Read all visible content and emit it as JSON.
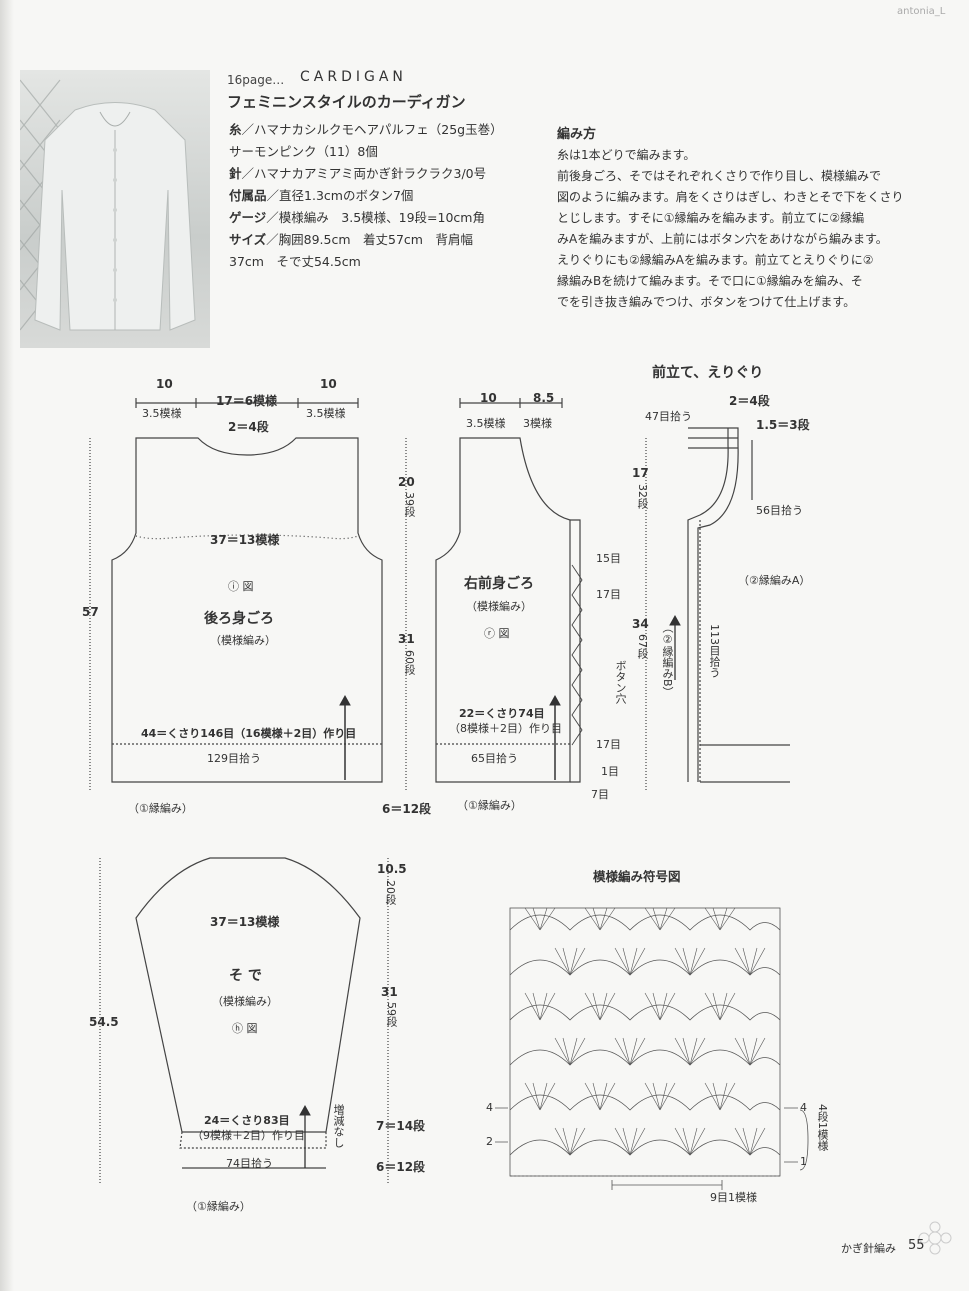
{
  "watermark": "antonia_L",
  "header": {
    "page_ref": "16page…",
    "title": "CARDIGAN",
    "subtitle": "フェミニンスタイルのカーディガン"
  },
  "specs": [
    {
      "label": "糸",
      "text": "／ハマナカシルクモヘアパルフェ（25g玉巻）"
    },
    {
      "label": "",
      "text": "サーモンピンク（11）8個"
    },
    {
      "label": "針",
      "text": "／ハマナカアミアミ両かぎ針ラクラク3/0号"
    },
    {
      "label": "付属品",
      "text": "／直径1.3cmのボタン7個"
    },
    {
      "label": "ゲージ",
      "text": "／模様編み　3.5模様、19段=10cm角"
    },
    {
      "label": "サイズ",
      "text": "／胸囲89.5cm　着丈57cm　背肩幅"
    },
    {
      "label": "",
      "text": "37cm　そで丈54.5cm"
    }
  ],
  "method": {
    "title": "編み方",
    "lines": [
      "糸は1本どりで編みます。",
      "前後身ごろ、そではそれぞれくさりで作り目し、模様編みで",
      "図のように編みます。肩をくさりはぎし、わきとそで下をくさり",
      "とじします。すそに①縁編みを編みます。前立てに②縁編",
      "みAを編みますが、上前にはボタン穴をあけながら編みます。",
      "えりぐりにも②縁編みAを編みます。前立てとえりぐりに②",
      "縁編みBを続けて編みます。そで口に①縁編みを編み、そ",
      "でを引き抜き編みでつけ、ボタンをつけて仕上げます。"
    ]
  },
  "back": {
    "top_left": "10",
    "top_left_sub": "3.5模様",
    "top_mid": "17＝6模様",
    "top_right": "10",
    "top_right_sub": "3.5模様",
    "neck": "2＝4段",
    "width": "37＝13模様",
    "fig": "ⓘ 図",
    "name": "後ろ身ごろ",
    "pattern": "（模様編み）",
    "chain": "44＝くさり146目（16模様＋2目）作り目",
    "pickup": "129目拾う",
    "edge": "（①縁編み）",
    "height": "57"
  },
  "side_dims": {
    "upper_cm": "20",
    "upper_rows": "39段",
    "lower_cm": "31",
    "lower_rows": "60段",
    "edge": "6＝12段"
  },
  "front": {
    "top_left": "10",
    "top_left_sub": "3.5模様",
    "top_right": "8.5",
    "top_right_sub": "3模様",
    "name": "右前身ごろ",
    "pattern": "（模様編み）",
    "fig": "ⓡ 図",
    "chain": "22＝くさり74目",
    "chain2": "（8模様＋2目）作り目",
    "pickup": "65目拾う",
    "edge": "（①縁編み）",
    "rows_15": "15目",
    "rows_17a": "17目",
    "buttonhole": "ボタン穴",
    "rows_17b": "17目",
    "rows_1": "1目",
    "rows_7": "7目"
  },
  "band": {
    "title": "前立て、えりぐり",
    "pick47": "47目拾う",
    "r2": "2＝4段",
    "r15": "1.5＝3段",
    "c17": "17",
    "c17_rows": "32段",
    "pick56": "56目拾う",
    "edgeA": "（②縁編みA）",
    "c34": "34",
    "c34_rows": "67段",
    "edgeB": "（②縁編みB）",
    "pick113": "113目拾う"
  },
  "sleeve": {
    "width": "37＝13模様",
    "name": "そ で",
    "pattern": "（模様編み）",
    "fig": "ⓗ 図",
    "height": "54.5",
    "chain": "24＝くさり83目",
    "chain2": "（9模様＋2目）作り目",
    "pickup": "74目拾う",
    "no_inc": "増減なし",
    "edge": "（①縁編み）",
    "d105": "10.5",
    "d105_rows": "20段",
    "d31": "31",
    "d31_rows": "59段",
    "d7": "7＝14段",
    "d6": "6＝12段"
  },
  "chart": {
    "title": "模様編み符号図",
    "row4": "4",
    "row2": "2",
    "row1": "1",
    "repeat_rows": "4段1模様",
    "repeat_sts": "9目1模様"
  },
  "footer": {
    "book": "かぎ針編み",
    "page": "55"
  }
}
